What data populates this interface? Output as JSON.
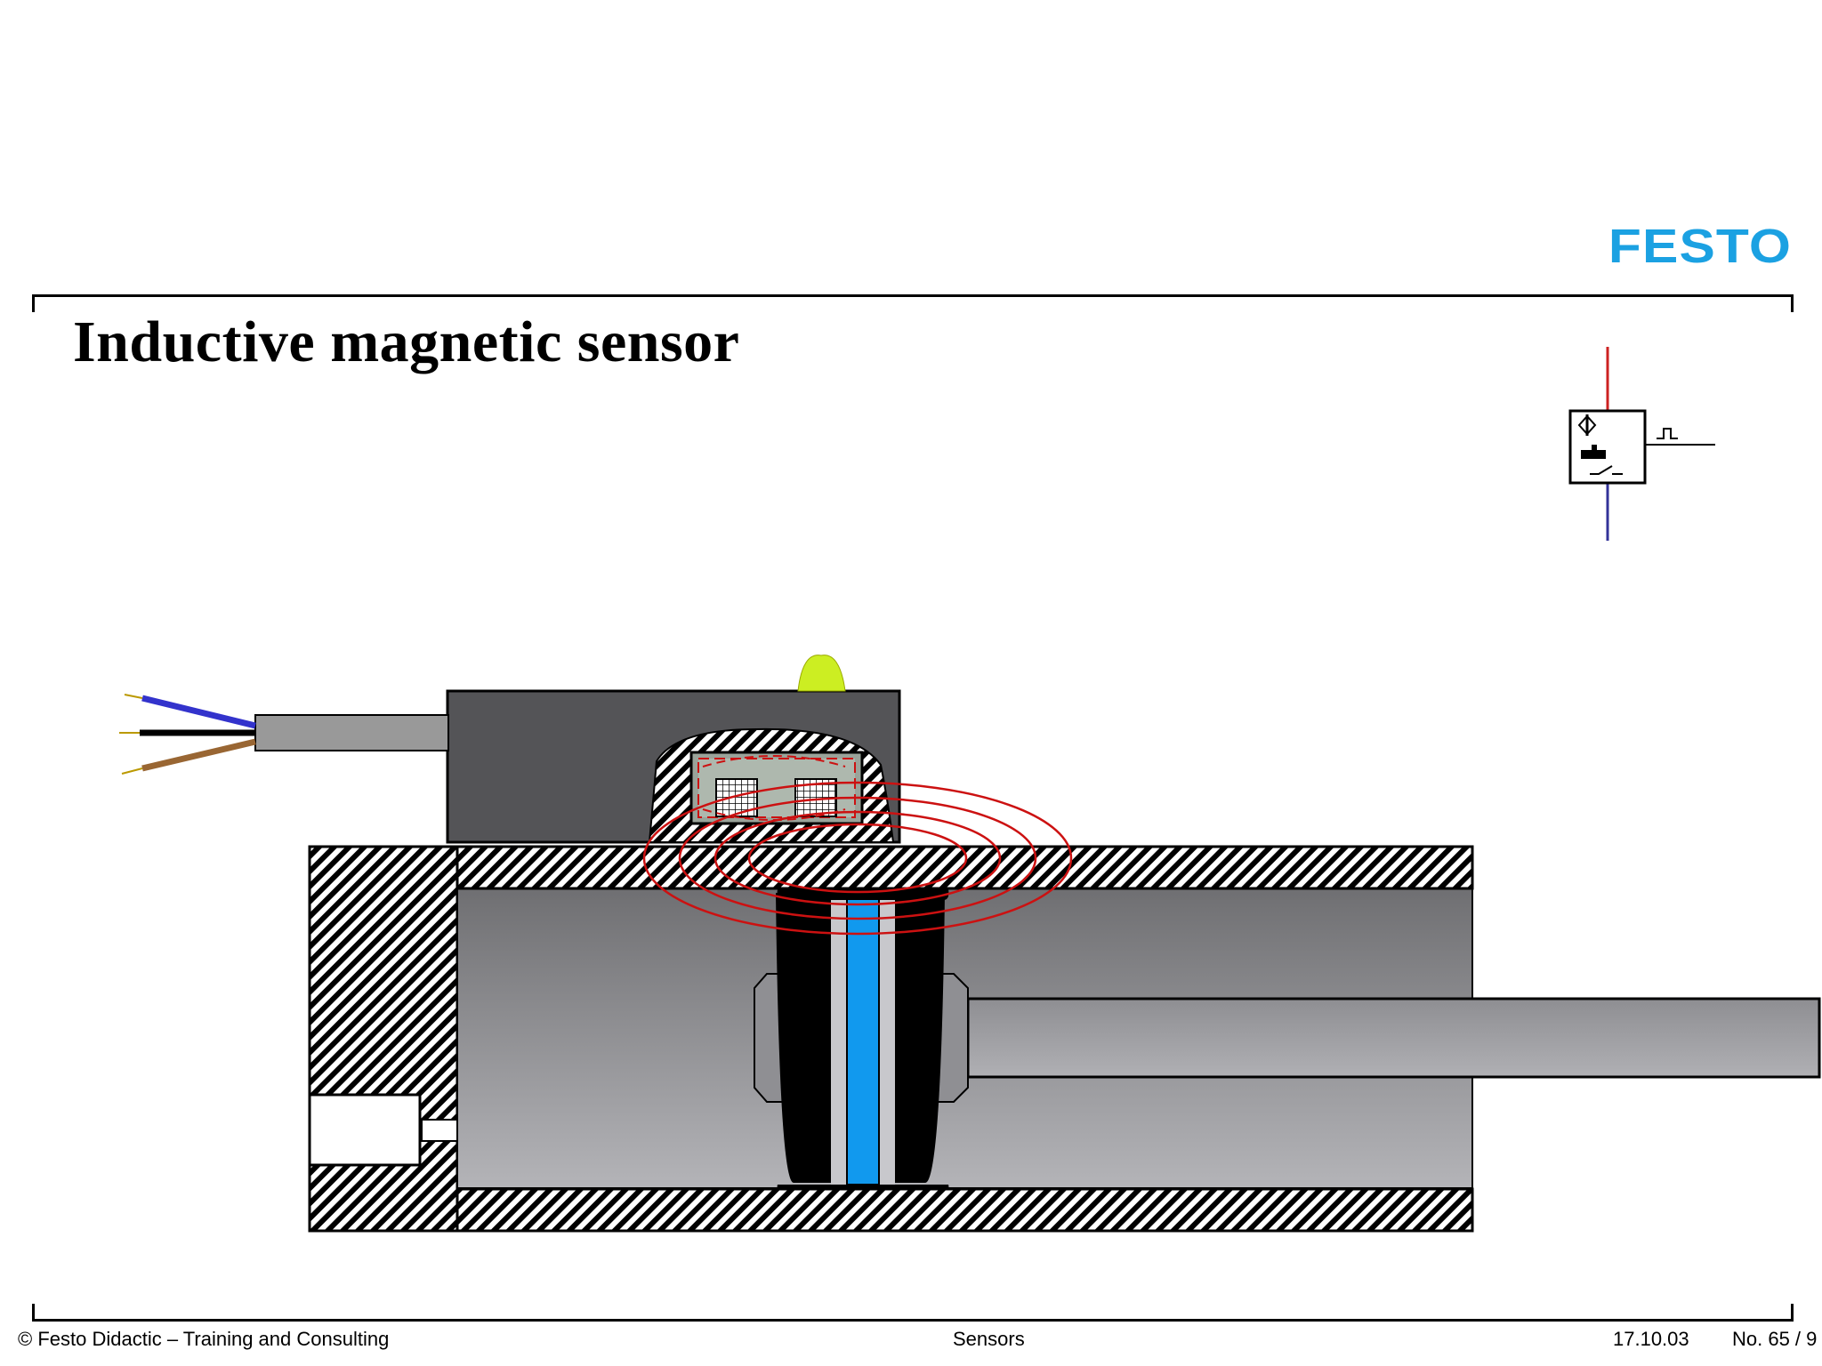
{
  "header": {
    "logo_text": "FESTO",
    "title": "Inductive magnetic sensor"
  },
  "footer": {
    "copyright": "© Festo Didactic – Training and Consulting",
    "section": "Sensors",
    "date": "17.10.03",
    "page": "No. 65 / 9"
  },
  "colors": {
    "brand": "#1ba1e2",
    "field_lines": "#cc1111",
    "led": "#ccee22",
    "magnet": "#1199ee",
    "wire_blue": "#3333cc",
    "wire_black": "#000000",
    "wire_brown": "#996633"
  },
  "icons": [
    "inductive-sensor-symbol-icon",
    "led-indicator-icon",
    "cable-icon",
    "magnet-icon"
  ]
}
